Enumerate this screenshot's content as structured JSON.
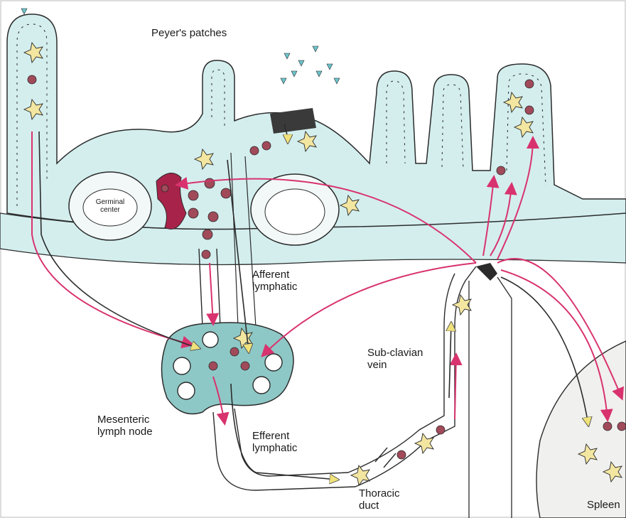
{
  "labels": {
    "peyers_patches": "Peyer's patches",
    "germinal_center": "Germinal\ncenter",
    "afferent_lymphatic": "Afferent\nlymphatic",
    "mesenteric_lymph_node": "Mesenteric\nlymph node",
    "efferent_lymphatic": "Efferent\nlymphatic",
    "sub_clavian_vein": "Sub-clavian\nvein",
    "thoracic_duct": "Thoracic\nduct",
    "spleen": "Spleen"
  },
  "colors": {
    "tissue": "#d4eeee",
    "node": "#8ec8c6",
    "outline": "#2b2b2b",
    "lymphocyte": "#a04a5a",
    "dendritic_cell": "#f3e6a0",
    "pathway": "#d8336e",
    "antigen": "#6cc4cc",
    "follicle": "#a8234a"
  }
}
